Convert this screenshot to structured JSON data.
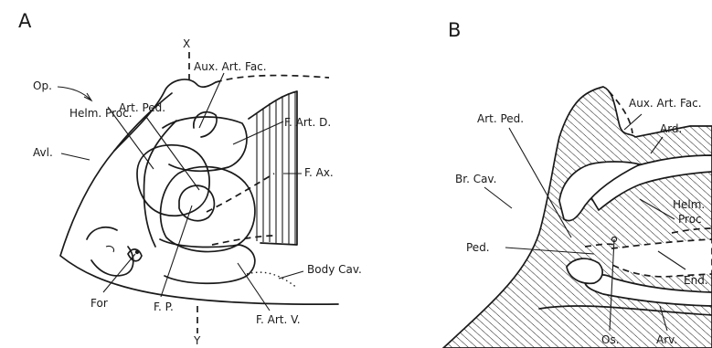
{
  "panel_a": {
    "panel_label": "A",
    "labels": {
      "x": "X",
      "y": "Y",
      "aux_art_fac": "Aux. Art. Fac.",
      "art_ped": "Art. Ped.",
      "helm_proc": "Helm. Proc.",
      "f_art_d": "F. Art. D.",
      "op": "Op.",
      "avl": "Avl.",
      "f_ax": "F. Ax.",
      "body_cav": "Body Cav.",
      "for": "For",
      "f_p": "F. P.",
      "f_art_v": "F. Art. V."
    }
  },
  "panel_b": {
    "panel_label": "B",
    "labels": {
      "aux_art_fac": "Aux. Art. Fac.",
      "art_ped": "Art. Ped.",
      "ard": "Ard.",
      "br_cav": "Br. Cav.",
      "helm": "Helm.",
      "proc": "Proc",
      "ped": "Ped.",
      "end": "End.",
      "os": "Os.",
      "arv": "Arv."
    }
  }
}
